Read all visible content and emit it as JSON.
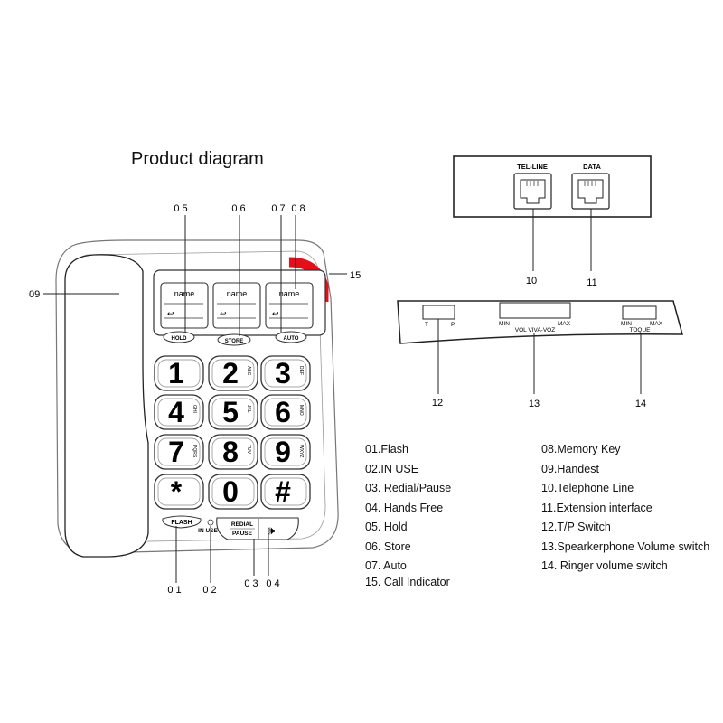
{
  "title": "Product diagram",
  "callouts": {
    "c01": "0 1",
    "c02": "0 2",
    "c03": "0 3",
    "c04": "0 4",
    "c05": "0 5",
    "c06": "0 6",
    "c07": "0 7",
    "c08": "0 8",
    "c09": "09",
    "c10": "10",
    "c11": "11",
    "c12": "12",
    "c13": "13",
    "c14": "14",
    "c15": "15"
  },
  "memory_keys": {
    "slot_label": "name"
  },
  "function_keys": {
    "hold": "HOLD",
    "store": "STORE",
    "auto": "AUTO",
    "flash": "FLASH",
    "in_use": "IN USE",
    "redial": "REDIAL",
    "pause": "PAUSE"
  },
  "keypad": {
    "keys": [
      {
        "digit": "1",
        "letters": ""
      },
      {
        "digit": "2",
        "letters": "ABC"
      },
      {
        "digit": "3",
        "letters": "DEF"
      },
      {
        "digit": "4",
        "letters": "GHI"
      },
      {
        "digit": "5",
        "letters": "JKL"
      },
      {
        "digit": "6",
        "letters": "MNO"
      },
      {
        "digit": "7",
        "letters": "PQRS"
      },
      {
        "digit": "8",
        "letters": "TUV"
      },
      {
        "digit": "9",
        "letters": "WXYZ"
      },
      {
        "digit": "*",
        "letters": ""
      },
      {
        "digit": "0",
        "letters": ""
      },
      {
        "digit": "#",
        "letters": ""
      }
    ]
  },
  "connectors": {
    "tel_line": "TEL-LINE",
    "data": "DATA"
  },
  "switch_panel": {
    "tp_t": "T",
    "tp_p": "P",
    "vol_min": "MIN",
    "vol_max": "MAX",
    "vol_label": "VOL VIVA-VOZ",
    "ring_min": "MIN",
    "ring_max": "MAX",
    "ring_label": "TOQUE"
  },
  "colors": {
    "call_indicator": "#e3101c",
    "line": "#222222"
  },
  "legend": [
    "01.Flash",
    "02.IN USE",
    "03. Redial/Pause",
    "04. Hands Free",
    "05. Hold",
    "06. Store",
    "07. Auto",
    "15.  Call Indicator",
    "08.Memory Key",
    "09.Handest",
    "10.Telephone Line",
    "11.Extension interface",
    "12.T/P Switch",
    "13.Spearkerphone Volume switch",
    "14. Ringer volume switch"
  ]
}
